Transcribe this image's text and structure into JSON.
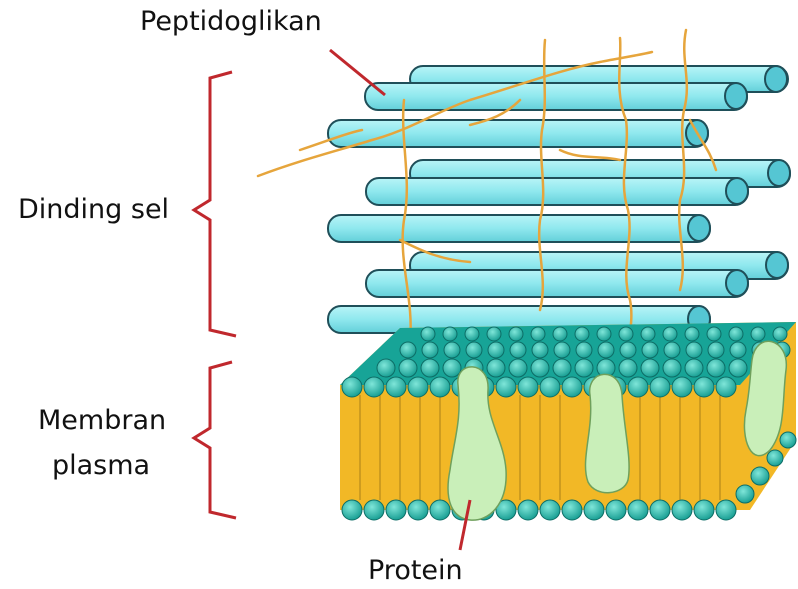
{
  "labels": {
    "peptidoglycan": "Peptidoglikan",
    "cell_wall": "Dinding sel",
    "membrane_line1": "Membran",
    "membrane_line2": "plasma",
    "protein": "Protein"
  },
  "colors": {
    "rod_fill": "#8fe8ee",
    "rod_end": "#55c6d3",
    "rod_stroke": "#1f4f59",
    "fiber": "#e6a53c",
    "lipid_head": "#1fb7a9",
    "lipid_tail": "#f2b826",
    "protein": "#c9efb9",
    "bracket": "#c0282d"
  }
}
